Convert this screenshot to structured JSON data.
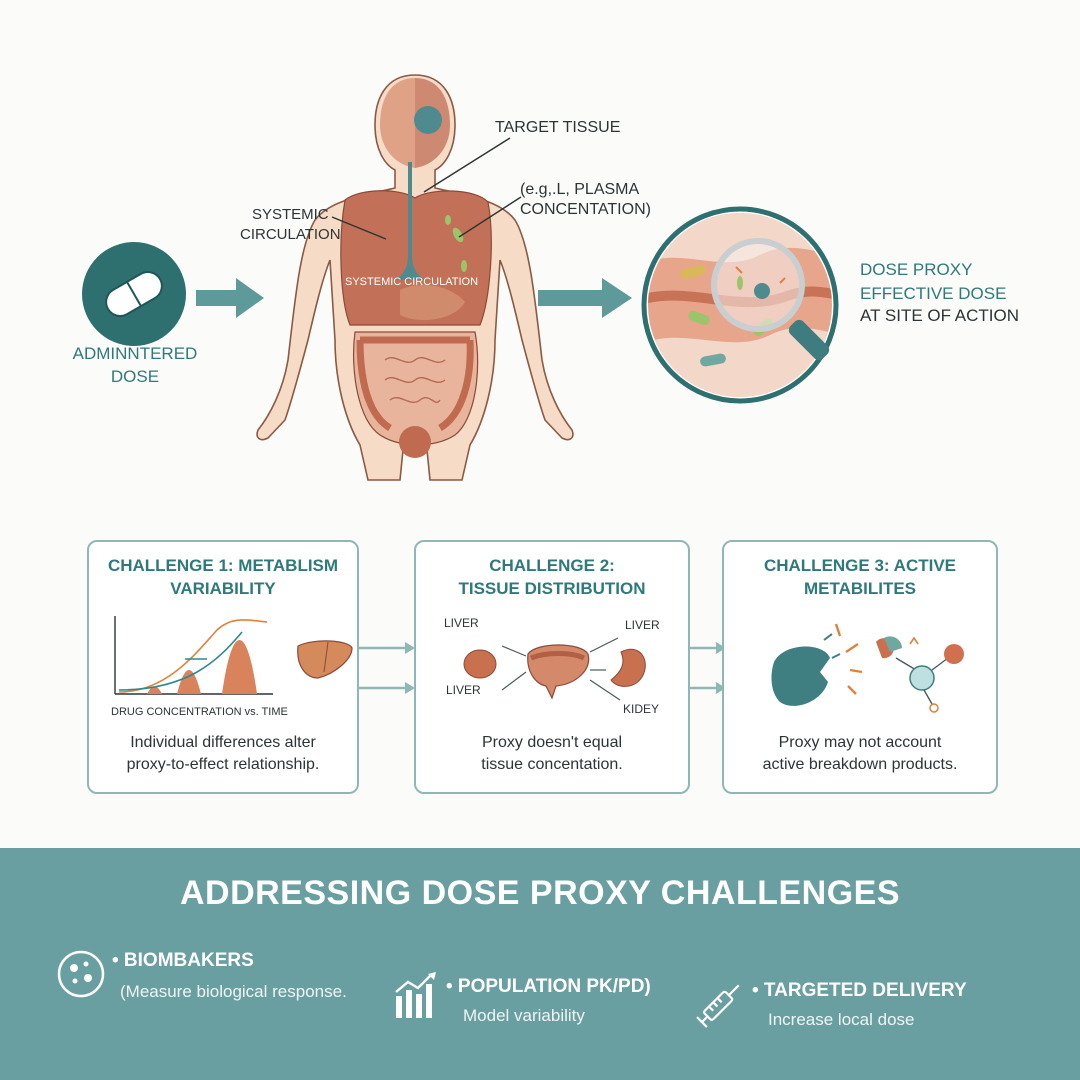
{
  "top": {
    "dose_label": "ADMINNTERED\nDOSE",
    "target_tissue": "TARGET TISSUE",
    "plasma_label": "(e.g,.L, PLASMA\nCONCENTATION)",
    "systemic_left": "SYSTEMIC\nCIRCULATION",
    "systemic_body": "SYSTEMIC CIRCULATION",
    "proxy_label_1": "DOSE PROXY",
    "proxy_label_2": "EFFECTIVE DOSE",
    "proxy_label_3": "AT SITE OF ACTION"
  },
  "challenges": [
    {
      "title": "CHALLENGE 1: METABLISM\nVARIABILITY",
      "chart_caption": "DRUG CONCENTRATION vs. TIME",
      "description": "Individual differences alter\nproxy-to-effect relationship."
    },
    {
      "title": "CHALLENGE 2:\nTISSUE DISTRIBUTION",
      "organ_labels": [
        "LIVER",
        "LIVER",
        "LIVER",
        "KIDEY"
      ],
      "description": "Proxy doesn't equal\ntissue concentation."
    },
    {
      "title": "CHALLENGE 3: ACTIVE\nMETABILITES",
      "description": "Proxy may not account\nactive breakdown products."
    }
  ],
  "bottom": {
    "title": "ADDRESSING DOSE PROXY CHALLENGES",
    "strategies": [
      {
        "head": "• BIOMBAKERS",
        "desc": "(Measure biological response.",
        "icon": "cell-icon"
      },
      {
        "head": "• POPULATION PK/PD)",
        "desc": "Model variability",
        "icon": "bar-chart-icon"
      },
      {
        "head": "• TARGETED DELIVERY",
        "desc": "Increase local dose",
        "icon": "syringe-icon"
      }
    ]
  },
  "colors": {
    "teal": "#2e7a7a",
    "teal_light": "#6a9fa1",
    "organ": "#c97356",
    "skin": "#f6dcc6"
  }
}
